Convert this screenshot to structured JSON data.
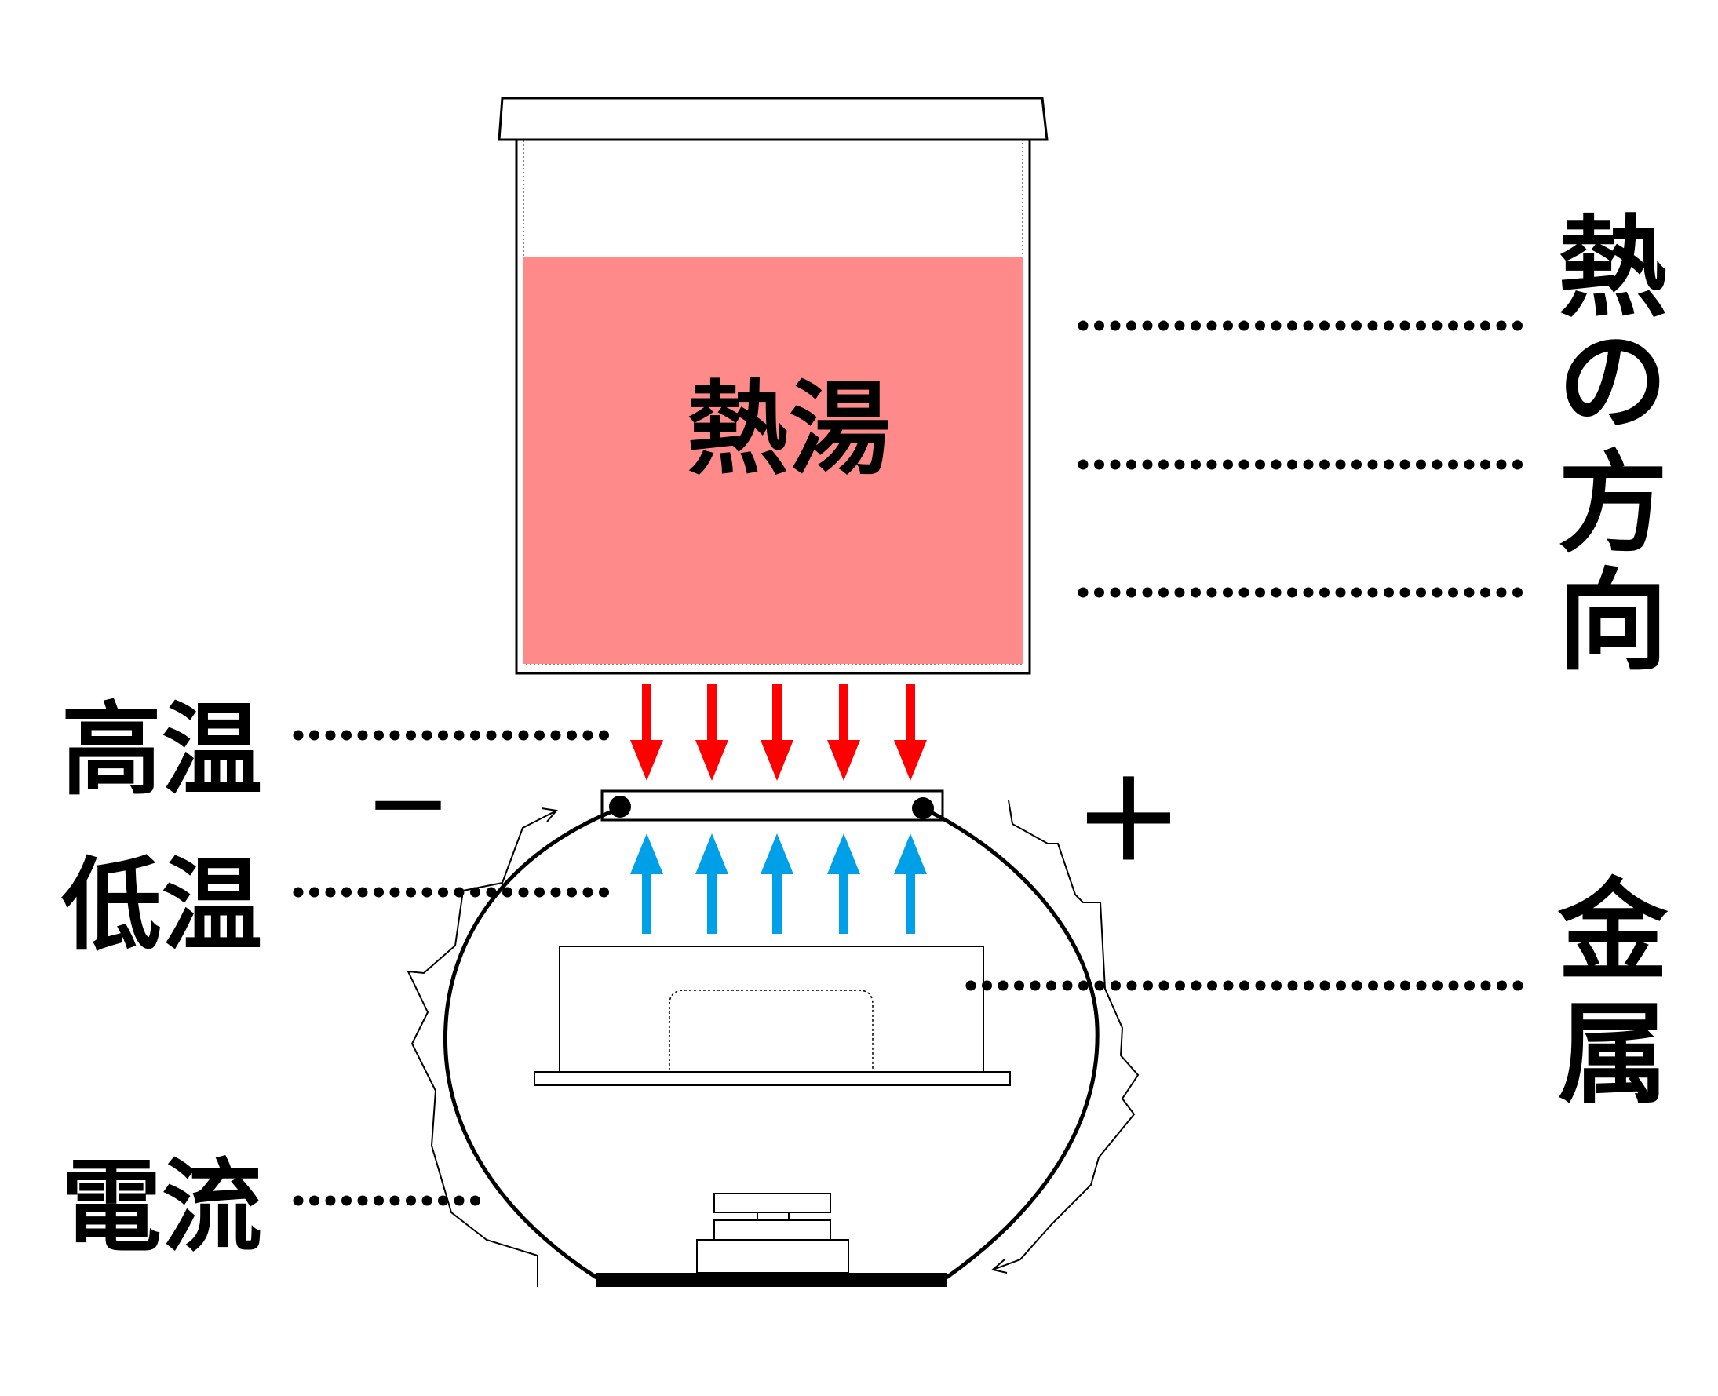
{
  "labels": {
    "hot_water": "熱湯",
    "high_temp": "高温",
    "low_temp": "低温",
    "current": "電流",
    "heat_direction": [
      "熱",
      "の",
      "方",
      "向"
    ],
    "metal": [
      "金",
      "属"
    ],
    "minus": "－",
    "plus": "＋"
  },
  "colors": {
    "hot_water_fill": "#ff8a8a",
    "hot_arrow": "#ff0000",
    "cold_arrow": "#00a0e9",
    "stroke": "#000000"
  }
}
